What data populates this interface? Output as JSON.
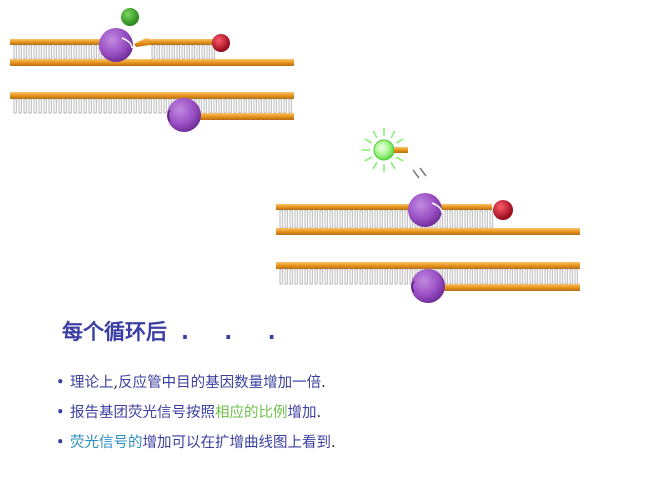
{
  "heading": {
    "title": "每个循环后",
    "dots": ". . ."
  },
  "bullets": [
    {
      "segments": [
        {
          "text": "理论上",
          "color": "blue"
        },
        {
          "text": ",",
          "color": "black"
        },
        {
          "text": "反应管中目的基因数量增加一倍",
          "color": "blue"
        },
        {
          "text": ".",
          "color": "black"
        }
      ]
    },
    {
      "segments": [
        {
          "text": "报告基团荧光信号按照",
          "color": "blue"
        },
        {
          "text": "相应的比例",
          "color": "green"
        },
        {
          "text": "增加",
          "color": "blue"
        },
        {
          "text": ".",
          "color": "black"
        }
      ]
    },
    {
      "segments": [
        {
          "text": "荧光信号的",
          "color": "cyan"
        },
        {
          "text": "增加可以在扩增曲线图上看到",
          "color": "blue"
        },
        {
          "text": ".",
          "color": "black"
        }
      ]
    }
  ],
  "colors": {
    "strand": "#e8961f",
    "strand_edge": "#b86d10",
    "polymerase": "#9a4fc4",
    "reporter": "#3fae2c",
    "reporter_glow": "#8cf07a",
    "quencher": "#c8102e",
    "heading": "#3b3fa4",
    "text_blue": "#3b3f9f",
    "text_green": "#6fc24a",
    "text_cyan": "#2a8ec2"
  },
  "legend_icons": [
    "polymerase-icon",
    "reporter-dye-icon",
    "quencher-icon",
    "fluorescence-signal-icon"
  ]
}
